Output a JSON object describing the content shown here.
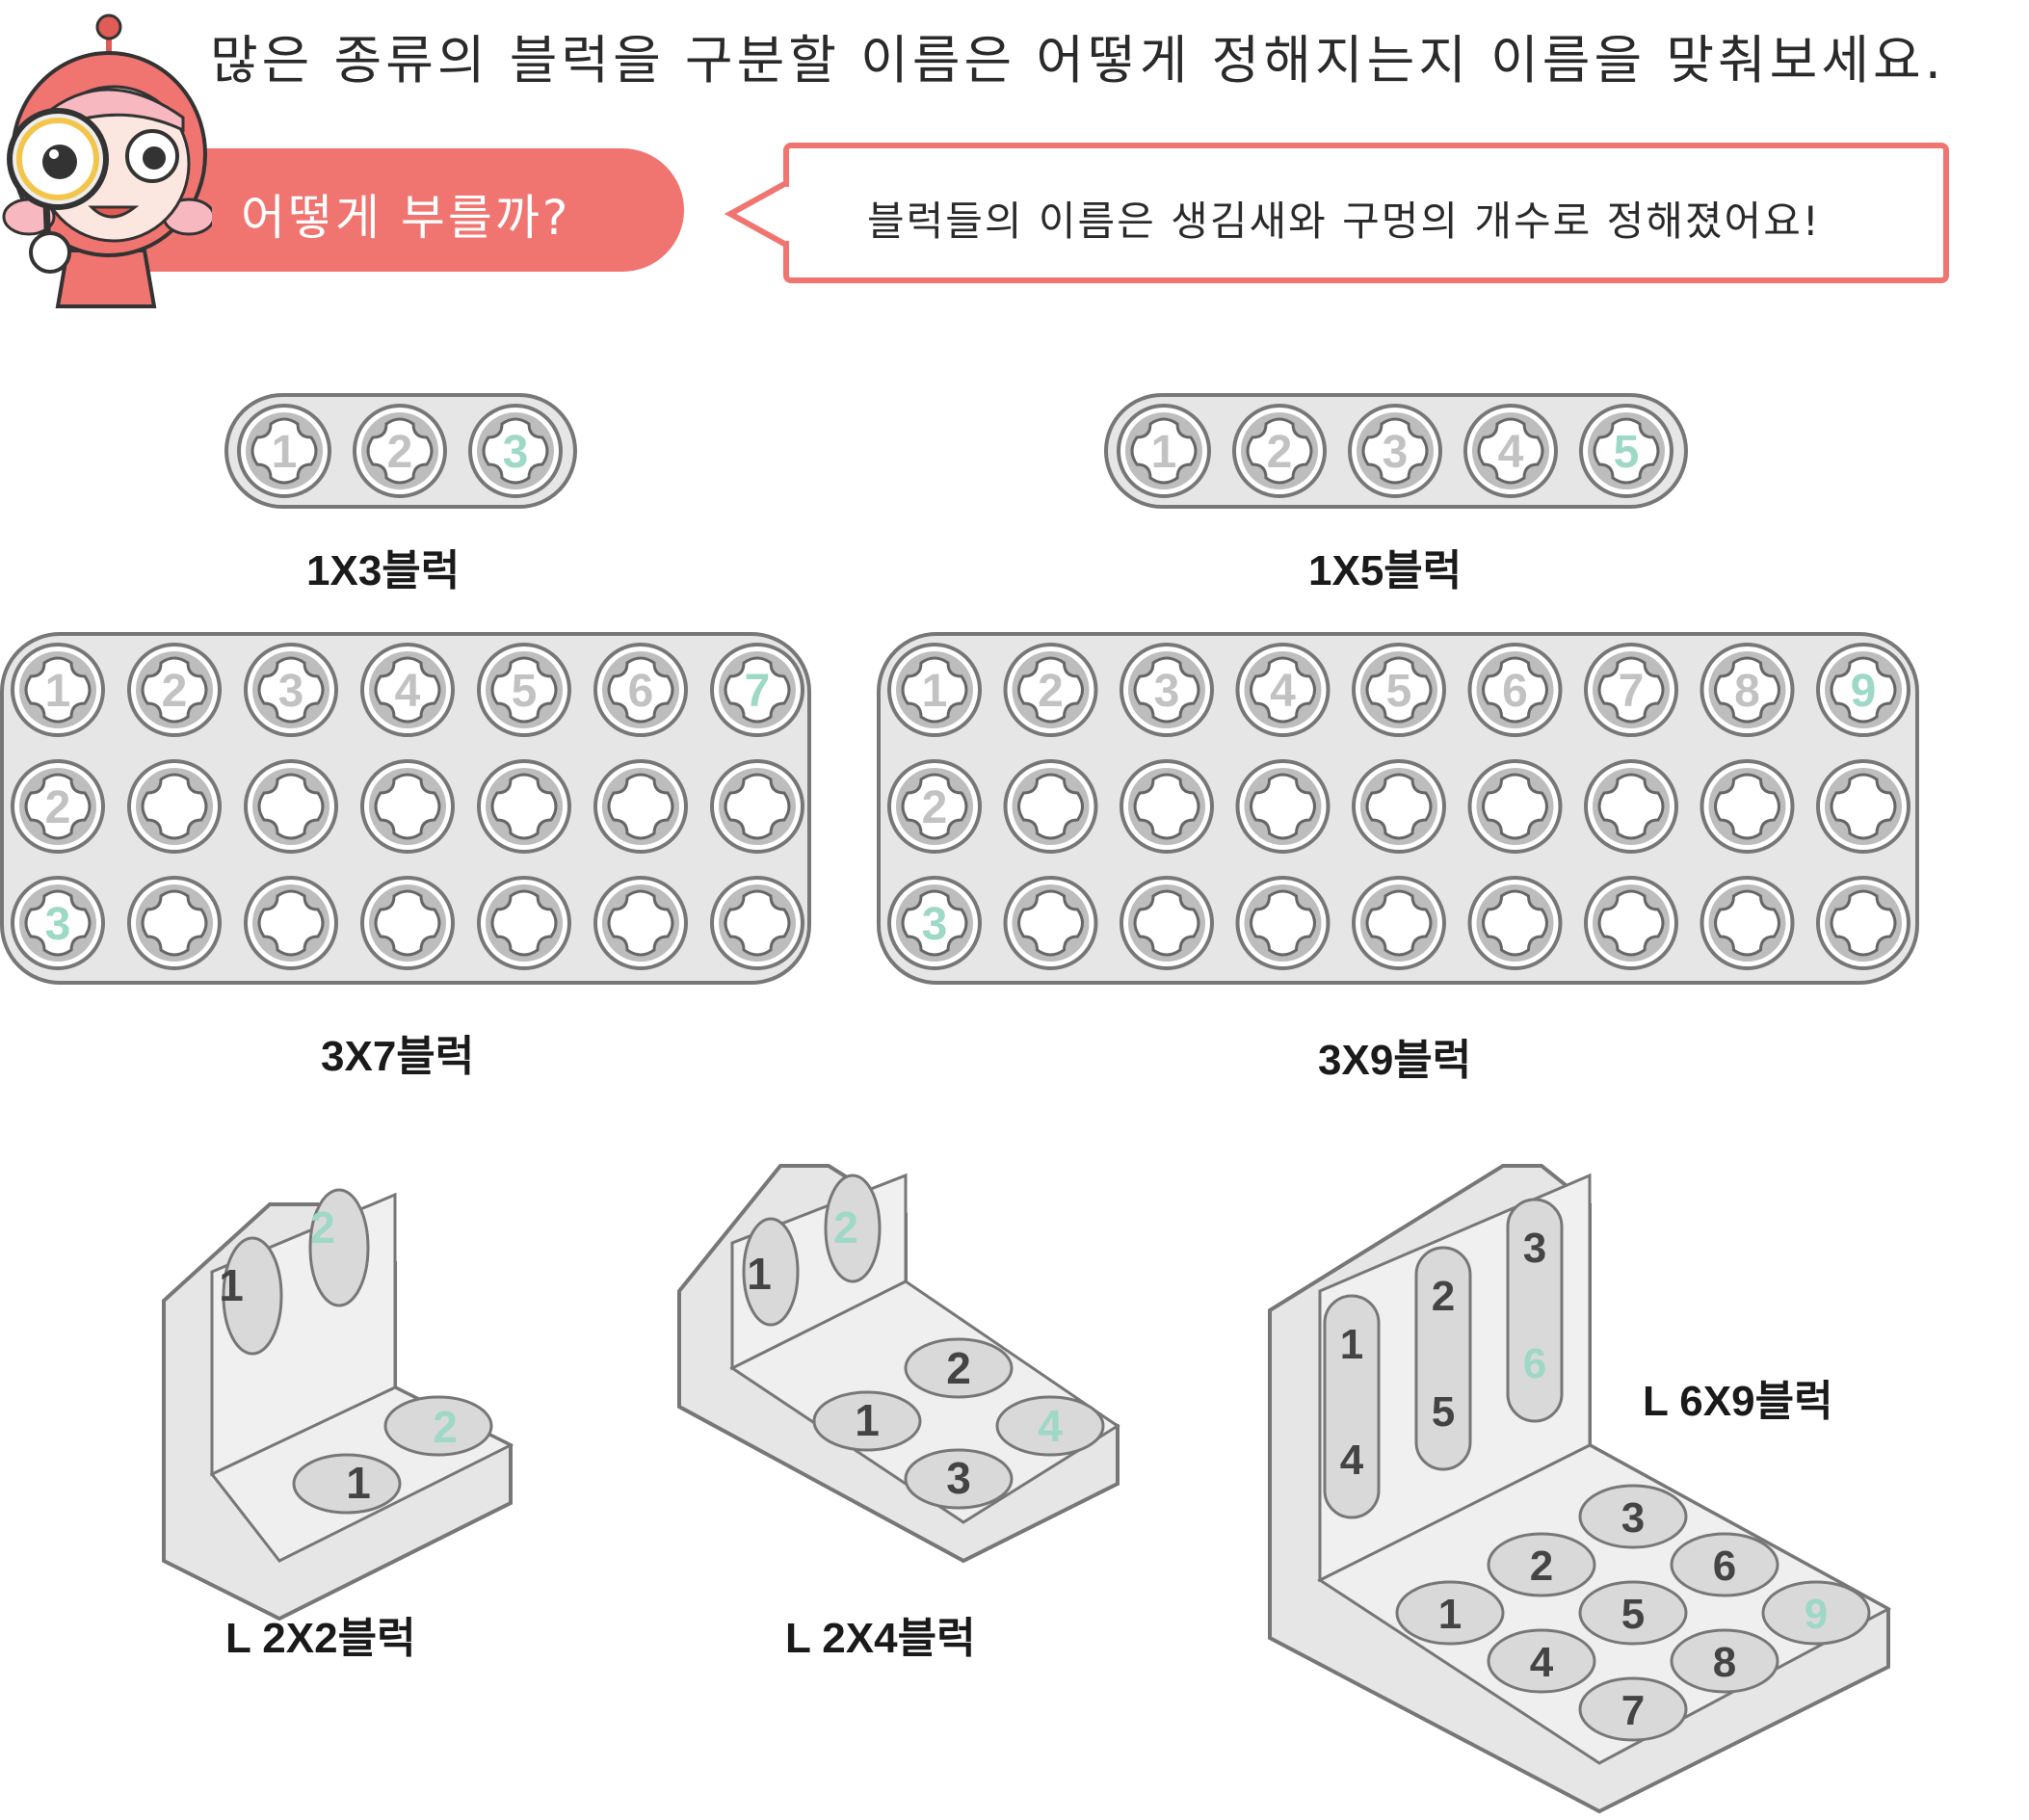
{
  "header": {
    "instruction": "많은 종류의 블럭을 구분할 이름은 어떻게 정해지는지 이름을 맞춰보세요.",
    "question": "어떻게 부를까?",
    "answer": "블럭들의 이름은 생김새와 구멍의 개수로 정해졌어요!"
  },
  "colors": {
    "accent": "#f07470",
    "block_fill": "#e6e6e6",
    "block_stroke": "#777777",
    "number_gray": "#c2c2c2",
    "number_mint": "#9ed8c6"
  },
  "blocks": [
    {
      "id": "b1x3",
      "label": "1X3블럭",
      "rows": 1,
      "cols": 3
    },
    {
      "id": "b1x5",
      "label": "1X5블럭",
      "rows": 1,
      "cols": 5
    },
    {
      "id": "b3x7",
      "label": "3X7블럭",
      "rows": 3,
      "cols": 7
    },
    {
      "id": "b3x9",
      "label": "3X9블럭",
      "rows": 3,
      "cols": 9
    }
  ],
  "l_blocks": [
    {
      "id": "l2x2",
      "label": "L 2X2블럭",
      "vertical_numbers": [
        "1",
        "2"
      ],
      "horizontal_numbers": [
        "1",
        "2"
      ]
    },
    {
      "id": "l2x4",
      "label": "L 2X4블럭",
      "vertical_numbers": [
        "1",
        "2"
      ],
      "horizontal_numbers": [
        "1",
        "2",
        "3",
        "4"
      ]
    },
    {
      "id": "l6x9",
      "label": "L 6X9블럭",
      "vertical_numbers": [
        "1",
        "2",
        "3",
        "4",
        "5",
        "6"
      ],
      "horizontal_numbers": [
        "1",
        "2",
        "3",
        "4",
        "5",
        "6",
        "7",
        "8",
        "9"
      ]
    }
  ]
}
